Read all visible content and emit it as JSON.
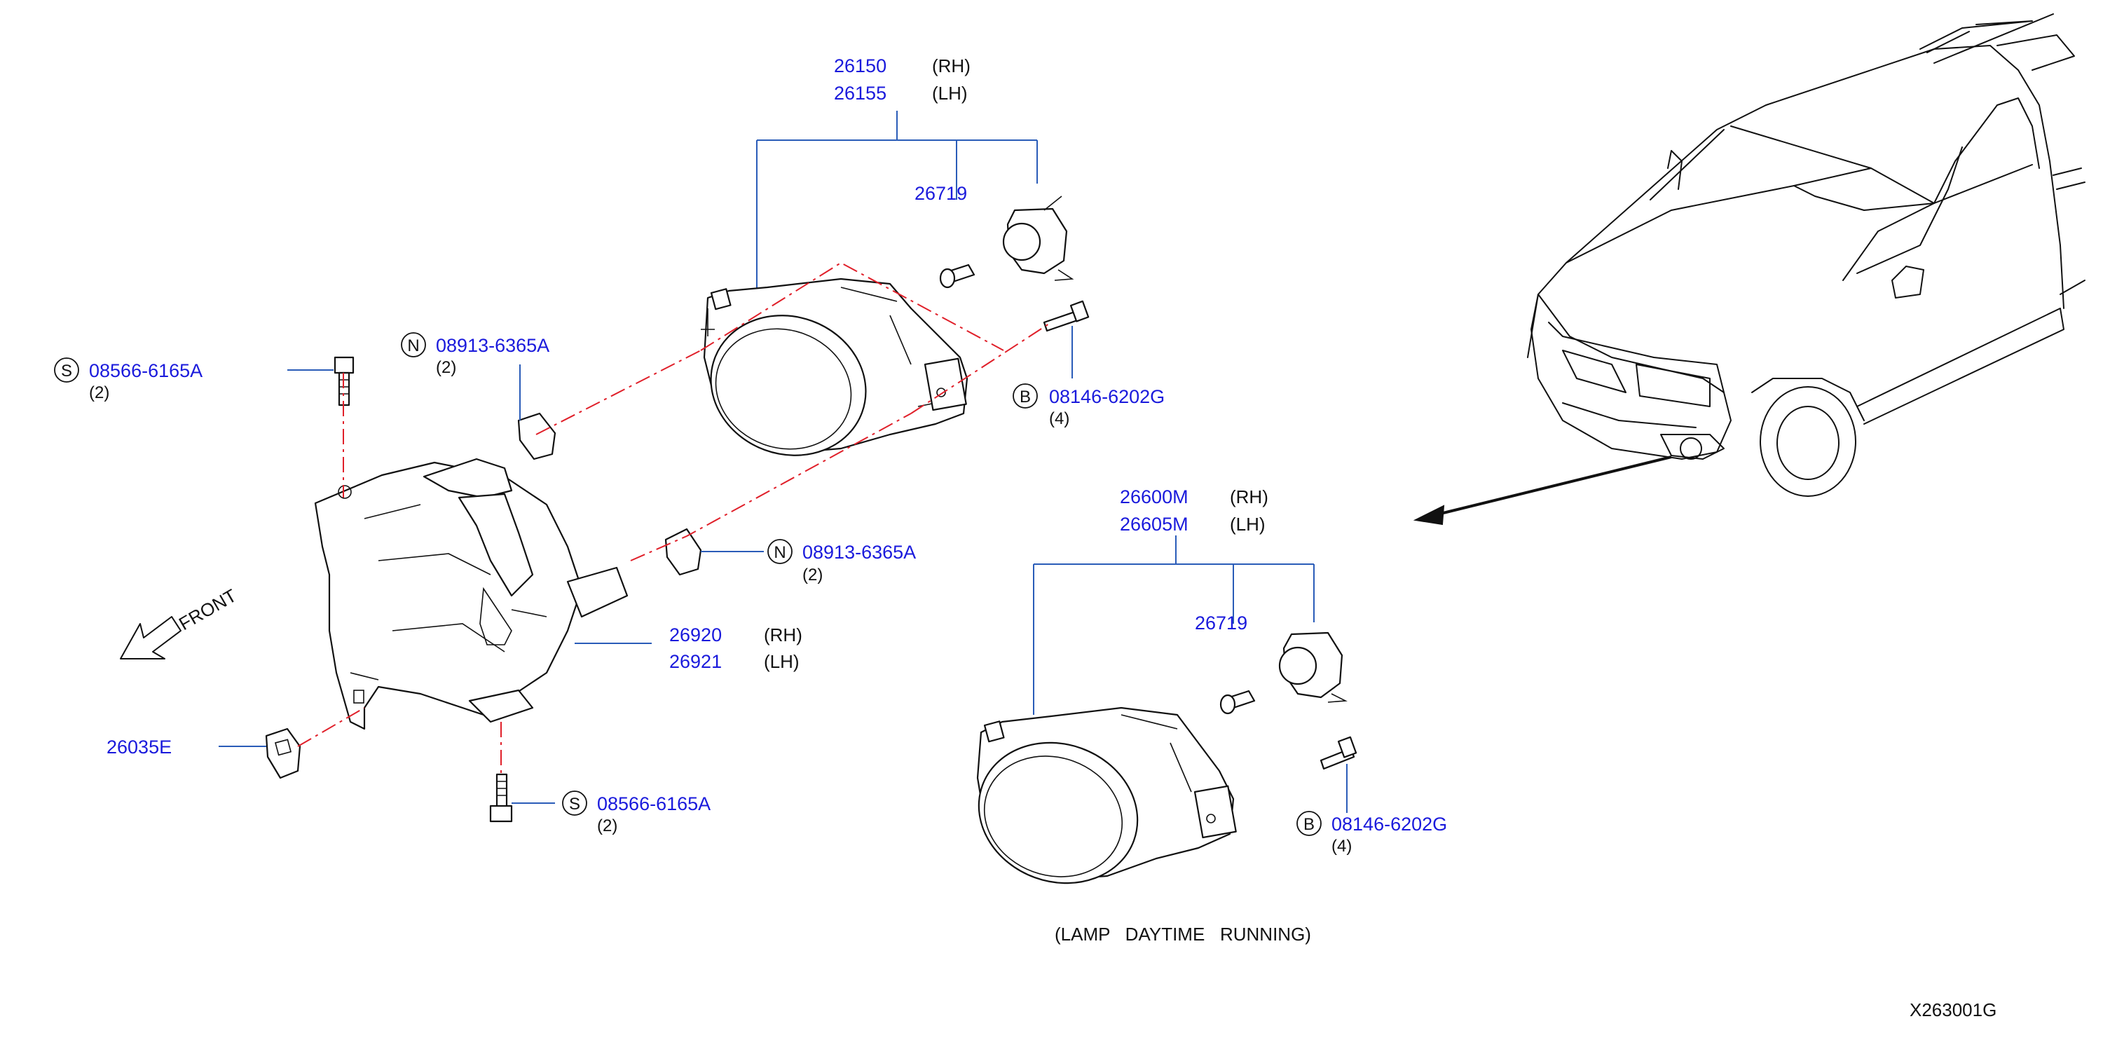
{
  "diagram_id": "X263001G",
  "front_label": "FRONT",
  "caption": "(LAMP   DAYTIME   RUNNING)",
  "labels": {
    "fog_lamp_rh": {
      "part": "26150",
      "side": "(RH)"
    },
    "fog_lamp_lh": {
      "part": "26155",
      "side": "(LH)"
    },
    "bulb_top": {
      "part": "26719"
    },
    "bolt_top": {
      "badge": "B",
      "part": "08146-6202G",
      "qty": "(4)"
    },
    "nut_top": {
      "badge": "N",
      "part": "08913-6365A",
      "qty": "(2)"
    },
    "screw_left": {
      "badge": "S",
      "part": "08566-6165A",
      "qty": "(2)"
    },
    "nut_mid": {
      "badge": "N",
      "part": "08913-6365A",
      "qty": "(2)"
    },
    "bracket_rh": {
      "part": "26920",
      "side": "(RH)"
    },
    "bracket_lh": {
      "part": "26921",
      "side": "(LH)"
    },
    "clip": {
      "part": "26035E"
    },
    "screw_bottom": {
      "badge": "S",
      "part": "08566-6165A",
      "qty": "(2)"
    },
    "drl_rh": {
      "part": "26600M",
      "side": "(RH)"
    },
    "drl_lh": {
      "part": "26605M",
      "side": "(LH)"
    },
    "bulb_drl": {
      "part": "26719"
    },
    "bolt_drl": {
      "badge": "B",
      "part": "08146-6202G",
      "qty": "(4)"
    }
  }
}
